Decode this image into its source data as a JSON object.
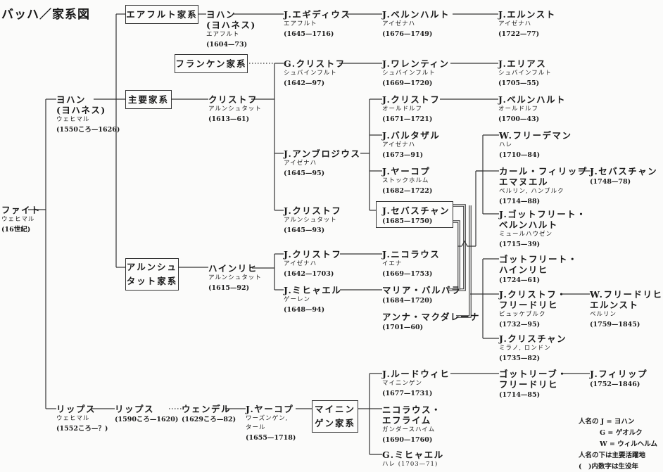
{
  "title": "バッハ／家系図",
  "families": {
    "erfurt": "エアフルト家系",
    "franken": "フランケン家系",
    "main": "主要家系",
    "arnstadt_1": "アルンシュ",
    "arnstadt_2": "タット家系",
    "meiningen_1": "マイニン",
    "meiningen_2": "ゲン家系"
  },
  "people": {
    "veit": {
      "name": "ファイト",
      "place": "ウェヒマル",
      "years": "(16世紀)"
    },
    "johannes": {
      "name": "ヨハン",
      "name2": "(ヨハネス)",
      "place": "ウェヒマル",
      "years": "(1550ころ—1626)"
    },
    "lips1": {
      "name": "リップス",
      "place": "ウェヒマル",
      "years": "(1552ころ—？)"
    },
    "lips2": {
      "name": "リップス",
      "years": "(1590ころ—1620)"
    },
    "wendel": {
      "name": "ウェンデル",
      "years": "(1629ころ—82)"
    },
    "jjakob_w": {
      "name": "J.ヤーコプ",
      "place": "ワーズンゲン,",
      "place2": "タール",
      "years": "(1655—1718)"
    },
    "johann_erf": {
      "name": "ヨハン",
      "name2": "(ヨハネス)",
      "place": "エアフルト",
      "years": "(1604—73)"
    },
    "jaegidius": {
      "name": "J.エギディウス",
      "place": "エアフルト",
      "years": "(1645—1716)"
    },
    "jbernhard1": {
      "name": "J.ベルンハルト",
      "place": "アイゼナハ",
      "years": "(1676—1749)"
    },
    "jernst": {
      "name": "J.エルンスト",
      "place": "アイゼナハ",
      "years": "(1722—77)"
    },
    "gchristoph": {
      "name": "G.クリストフ",
      "place": "シュバインフルト",
      "years": "(1642—97)"
    },
    "jvalentin": {
      "name": "J.ワレンティン",
      "place": "シュバインフルト",
      "years": "(1669—1720)"
    },
    "jelias": {
      "name": "J.エリアス",
      "place": "シュバインフルト",
      "years": "(1705—55)"
    },
    "christoph": {
      "name": "クリストフ",
      "place": "アルンシュタット",
      "years": "(1613—61)"
    },
    "jchristoph_o": {
      "name": "J.クリストフ",
      "place": "オールドルフ",
      "years": "(1671—1721)"
    },
    "jbernhard2": {
      "name": "J.ベルンハルト",
      "place": "オールドルフ",
      "years": "(1700—43)"
    },
    "jbalthasar": {
      "name": "J.バルタザル",
      "place": "アイゼナハ",
      "years": "(1673—91)"
    },
    "jambrosius": {
      "name": "J.アンブロジウス",
      "place": "アイゼナハ",
      "years": "(1645—95)"
    },
    "jjakob_s": {
      "name": "J.ヤーコプ",
      "place": "ストックホルム",
      "years": "(1682—1722)"
    },
    "jsebastian": {
      "name": "J.セバスチャン",
      "years": "(1685—1750)"
    },
    "jchristoph_a": {
      "name": "J.クリストフ",
      "place": "アルンシュタット",
      "years": "(1645—93)"
    },
    "wfriedemann": {
      "name": "W.フリーデマン",
      "place": "ハレ",
      "years": "(1710—84)"
    },
    "cpe": {
      "name": "カール・フィリップ・",
      "name2": "エマヌエル",
      "place": "ベルリン, ハンブルク",
      "years": "(1714—88)"
    },
    "jsebastian2": {
      "name": "J.セバスチャン",
      "years": "(1748—78)"
    },
    "jgottfried": {
      "name": "J.ゴットフリート・",
      "name2": "ベルンハルト",
      "place": "ミュールハウゼン",
      "years": "(1715—39)"
    },
    "heinrich": {
      "name": "ハインリヒ",
      "place": "アルンシュタット",
      "years": "(1615—92)"
    },
    "jchristoph_e": {
      "name": "J.クリストフ",
      "place": "アイゼナハ",
      "years": "(1642—1703)"
    },
    "jmichael": {
      "name": "J.ミヒャエル",
      "place": "ゲーレン",
      "years": "(1648—94)"
    },
    "jnikolaus": {
      "name": "J.ニコラウス",
      "place": "イエナ",
      "years": "(1669—1753)"
    },
    "mariabarbara": {
      "name": "マリア・バルバラ",
      "years": "(1684—1720)"
    },
    "annamagdalena": {
      "name": "アンナ・マクダレーナ",
      "years": "(1701—60)"
    },
    "gheinrich": {
      "name": "ゴットフリート・",
      "name2": "ハインリヒ",
      "years": "(1724—61)"
    },
    "jcf": {
      "name": "J.クリストフ・",
      "name2": "フリードリヒ",
      "place": "ビュッケブルク",
      "years": "(1732—95)"
    },
    "wfe": {
      "name": "W.フリードリヒ・",
      "name2": "エルンスト",
      "place": "ベルリン",
      "years": "(1759—1845)"
    },
    "jchristian": {
      "name": "J.クリスチャン",
      "place": "ミラノ, ロンドン",
      "years": "(1735—82)"
    },
    "jludwig": {
      "name": "J.ルードウィヒ",
      "place": "マイニンゲン",
      "years": "(1677—1731)"
    },
    "gottlieb": {
      "name": "ゴットリーブ・",
      "name2": "フリードリヒ",
      "years": "(1714—85)"
    },
    "jphilipp": {
      "name": "J.フィリップ",
      "years": "(1752—1846)"
    },
    "nikolaus_e": {
      "name": "ニコラウス・",
      "name2": "エフライム",
      "place": "ガンダースハイム",
      "years": "(1690—1760)"
    },
    "gmichael": {
      "name": "G.ミヒャエル",
      "place": "ハレ (1703—71)"
    }
  },
  "legend": {
    "line1": "人名の J = ヨハン",
    "line2": "G = ゲオルク",
    "line3": "W = ウィルヘルム",
    "line4": "人名の下は主要活躍地",
    "line5": "(　)内数字は生没年"
  }
}
